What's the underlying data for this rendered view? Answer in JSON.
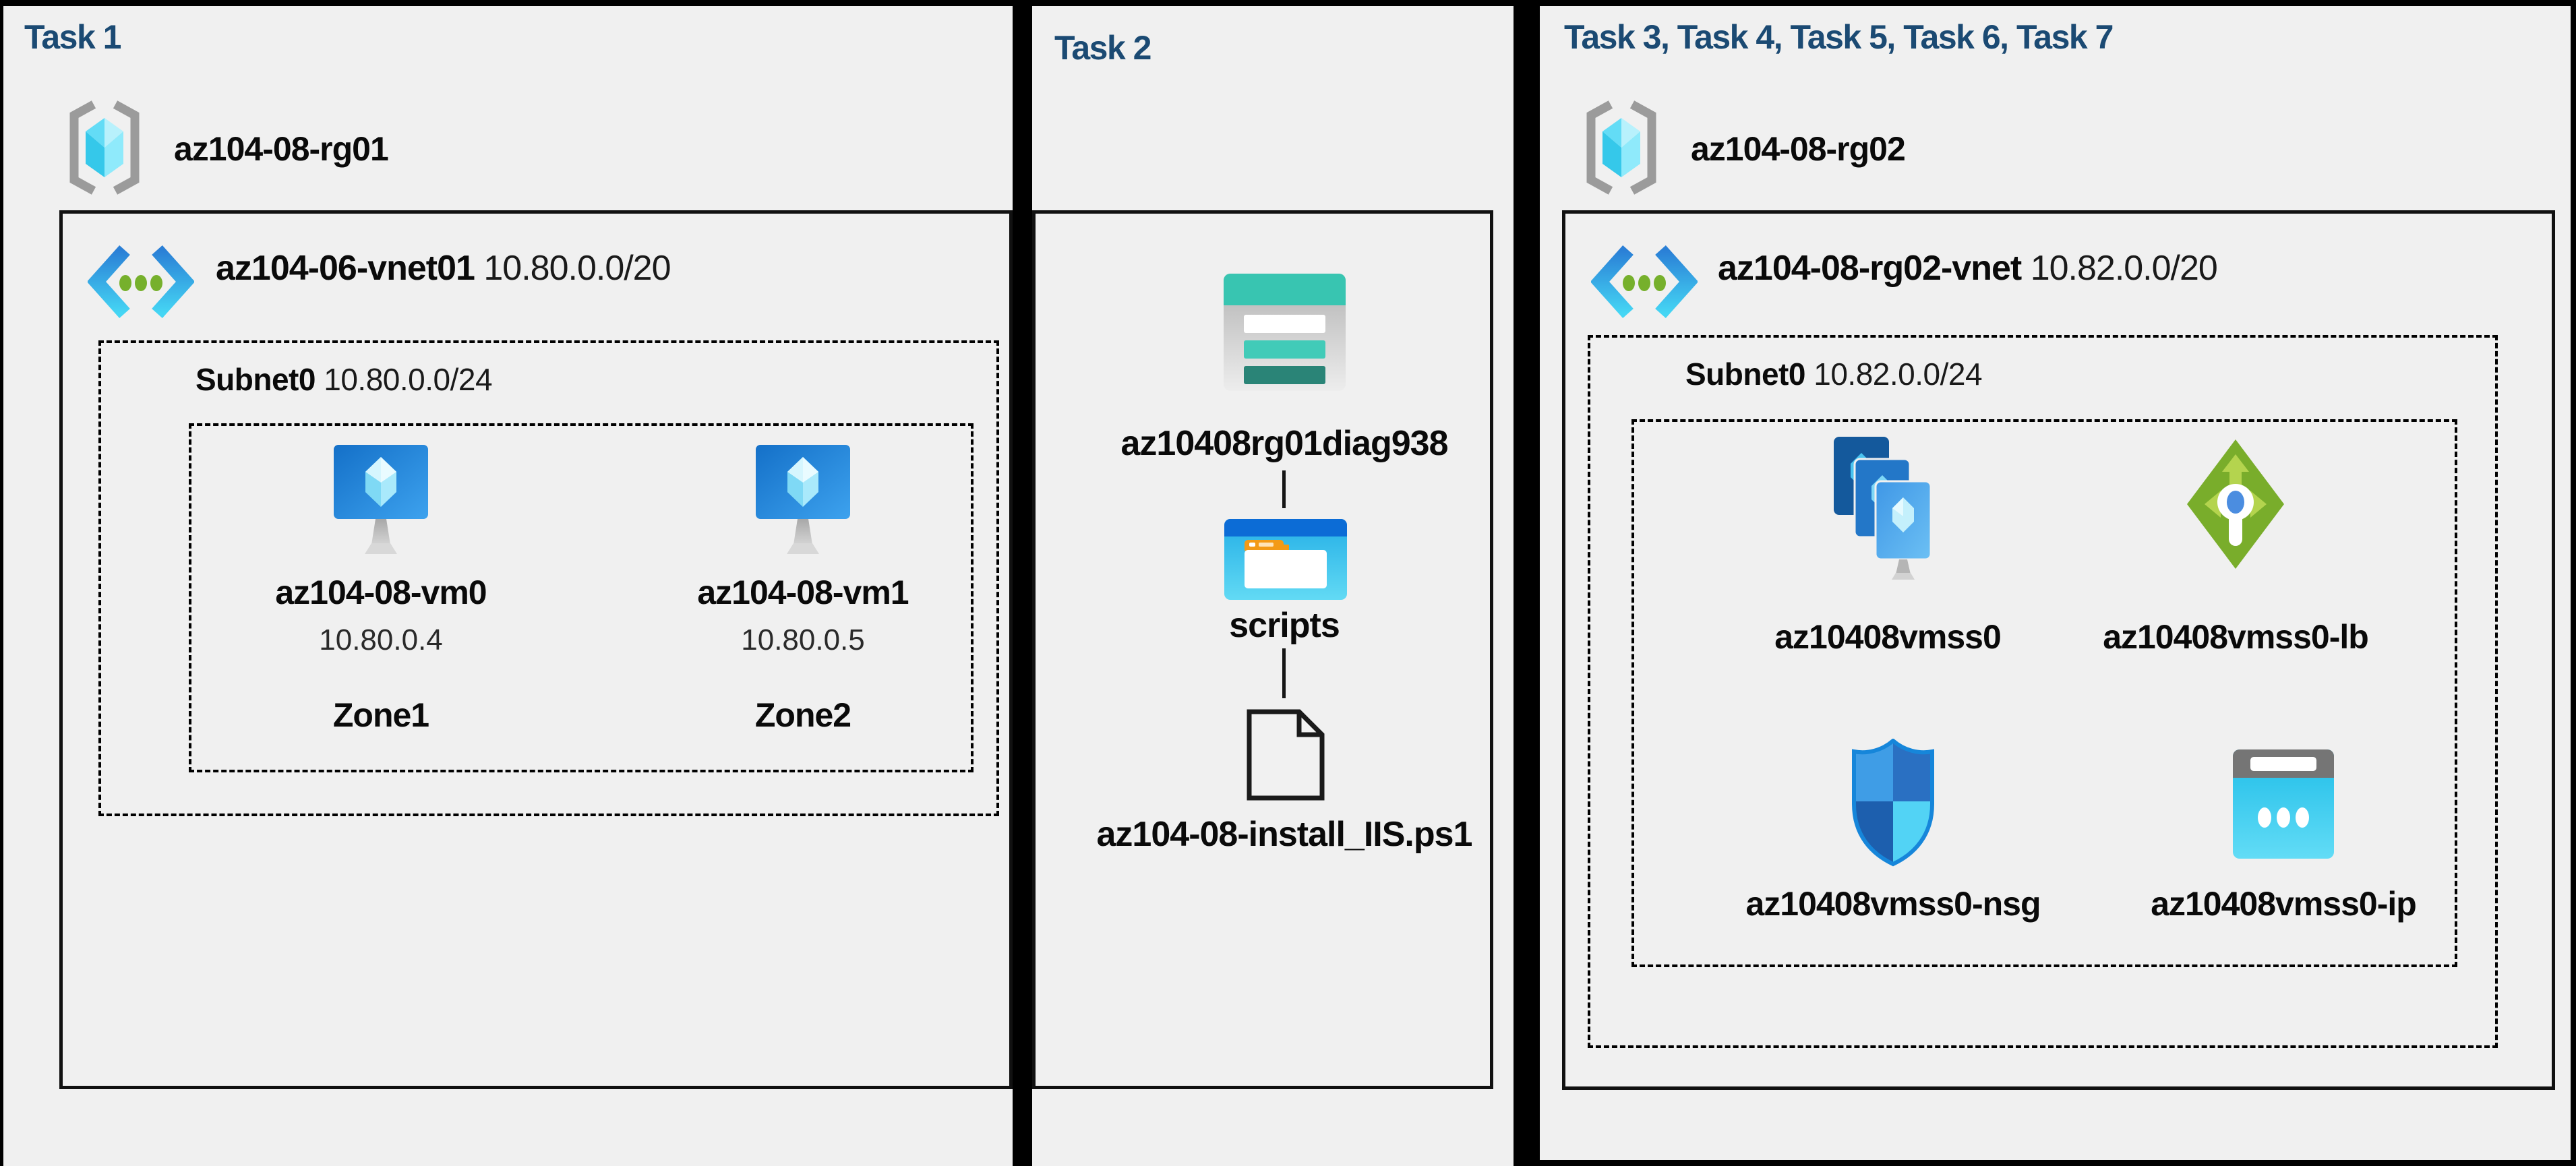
{
  "colors": {
    "background": "#f0f0f0",
    "title_navy": "#1b4a73",
    "border_black": "#000000",
    "azure_blue": "#0078d4",
    "teal_storage": "#38c5b1",
    "green_lb": "#79ad2b"
  },
  "panel1": {
    "title": "Task 1",
    "resource_group": "az104-08-rg01",
    "vnet_name": "az104-06-vnet01",
    "vnet_cidr": "10.80.0.0/20",
    "subnet_name": "Subnet0",
    "subnet_cidr": "10.80.0.0/24",
    "vm0": {
      "name": "az104-08-vm0",
      "ip": "10.80.0.4",
      "zone": "Zone1"
    },
    "vm1": {
      "name": "az104-08-vm1",
      "ip": "10.80.0.5",
      "zone": "Zone2"
    }
  },
  "panel2": {
    "title": "Task 2",
    "storage_account": "az10408rg01diag938",
    "folder": "scripts",
    "file": "az104-08-install_IIS.ps1"
  },
  "panel3": {
    "title": "Task 3, Task 4, Task 5, Task 6, Task 7",
    "resource_group": "az104-08-rg02",
    "vnet_name": "az104-08-rg02-vnet",
    "vnet_cidr": "10.82.0.0/20",
    "subnet_name": "Subnet0",
    "subnet_cidr": "10.82.0.0/24",
    "vmss": "az10408vmss0",
    "load_balancer": "az10408vmss0-lb",
    "nsg": "az10408vmss0-nsg",
    "public_ip": "az10408vmss0-ip"
  },
  "icons": {
    "resource-group-icon": "gray brackets with cyan cube",
    "vnet-icon": "blue chevrons with green dots",
    "vm-icon": "blue monitor with crystal",
    "storage-account-icon": "teal table rows",
    "blob-container-icon": "blue window with white folder and orange tab",
    "file-icon": "outlined page with folded corner",
    "vmss-icon": "three stacked blue screens",
    "load-balancer-icon": "green diamond with arrows",
    "nsg-icon": "four-tone blue shield",
    "public-ip-icon": "cyan card with three dots"
  }
}
